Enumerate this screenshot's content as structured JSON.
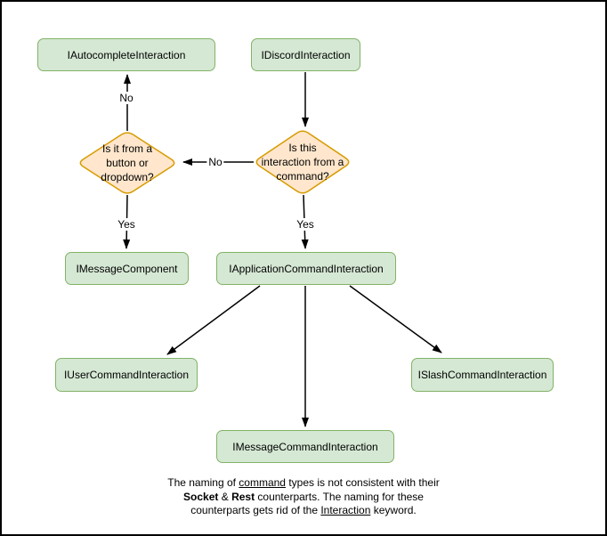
{
  "diagram": {
    "nodes": {
      "autocomplete": "IAutocompleteInteraction",
      "discord": "IDiscordInteraction",
      "message_component": "IMessageComponent",
      "application_command": "IApplicationCommandInteraction",
      "user_command": "IUserCommandInteraction",
      "slash_command": "ISlashCommandInteraction",
      "message_command": "IMessageCommandInteraction"
    },
    "decisions": {
      "button_dropdown": {
        "lines": [
          "Is it from a",
          "button or",
          "dropdown?"
        ]
      },
      "from_command": {
        "lines": [
          "Is this",
          "interaction from a",
          "command?"
        ]
      }
    },
    "edge_labels": {
      "no_to_autocomplete": "No",
      "no_to_button_dropdown": "No",
      "yes_to_message_component": "Yes",
      "yes_to_application_command": "Yes"
    },
    "note": {
      "line1_a": "The naming of ",
      "line1_b": "command",
      "line1_c": " types is not consistent with their",
      "line2_a": "Socket",
      "line2_b": " & ",
      "line2_c": "Rest",
      "line2_d": " counterparts. The naming for these",
      "line3_a": "counterparts gets rid of the ",
      "line3_b": "Interaction",
      "line3_c": " keyword."
    },
    "colors": {
      "background": "#ffffff",
      "frame_border": "#000000",
      "node_fill": "#d5e8d4",
      "node_border": "#82b366",
      "decision_fill": "#ffe6cc",
      "decision_border": "#d79b00",
      "arrow": "#000000",
      "text": "#000000"
    }
  }
}
